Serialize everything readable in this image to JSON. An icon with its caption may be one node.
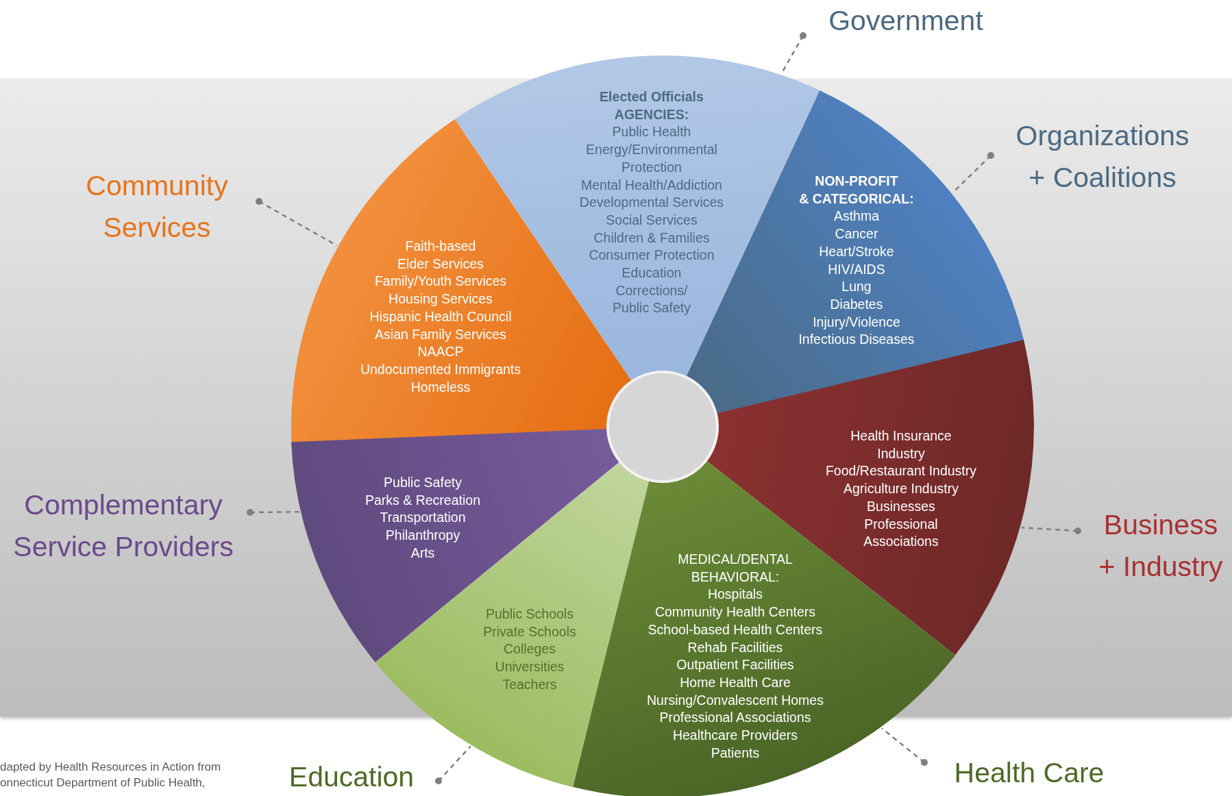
{
  "diagram": {
    "nodes": [
      {
        "text": [
          "Government"
        ]
      },
      {
        "text": [
          "Organizations + Coalitions"
        ]
      },
      {
        "text": [
          "Community Services"
        ]
      },
      {
        "text": [
          "Complementary Service Providers"
        ]
      },
      {
        "text": [
          "Business + Industry"
        ]
      },
      {
        "text": [
          "Education"
        ]
      },
      {
        "text": [
          "Health Care"
        ]
      },
      {
        "text": [
          "Elected Officials",
          "AGENCIES:",
          "Public Health",
          "Energy/Environmental Protection",
          "Mental Health/Addiction",
          "Developmental Services",
          "Social Services",
          "Children & Families",
          "Consumer Protection",
          "Education",
          "Corrections/ Public Safety"
        ]
      },
      {
        "text": [
          "NON-PROFIT",
          "& CATEGORICAL:",
          "Asthma",
          "Cancer",
          "Heart/Stroke",
          "HIV/AIDS",
          "Lung",
          "Diabetes",
          "Injury/Violence",
          "Infectious Diseases"
        ]
      },
      {
        "text": [
          "Faith-based",
          "Elder Services",
          "Family/Youth Services",
          "Housing Services",
          "Hispanic Health Council",
          "Asian Family Services",
          "NAACP",
          "Undocumented Immigrants",
          "Homeless"
        ]
      },
      {
        "text": [
          "Public Safety",
          "Parks & Recreation",
          "Transportation",
          "Philanthropy",
          "Arts"
        ]
      },
      {
        "text": [
          "Health Insurance Industry",
          "Food/Restaurant Industry",
          "Agriculture Industry",
          "Businesses",
          "Professional Associations"
        ]
      },
      {
        "text": [
          "Public Schools",
          "Private Schools",
          "Colleges",
          "Universities",
          "Teachers"
        ]
      },
      {
        "text": [
          "MEDICAL/DENTAL BEHAVIORAL:",
          "Hospitals",
          "Community Health Centers",
          "School-based Health Centers",
          "Rehab Facilities",
          "Outpatient Facilities",
          "Home Health Care",
          "Nursing/Convalescent Homes",
          "Professional Associations",
          "Healthcare Providers",
          "Patients"
        ]
      },
      {
        "text": [],
        "shape": "circle"
      }
    ],
    "edges": [
      {
        "from": 0,
        "to": 7,
        "arrow": "other",
        "style": "dashed"
      },
      {
        "from": 1,
        "to": 8,
        "arrow": "other",
        "style": "dashed"
      },
      {
        "from": 2,
        "to": 9,
        "arrow": "other",
        "style": "dashed"
      },
      {
        "from": 3,
        "to": 10,
        "arrow": "other",
        "style": "dashed"
      },
      {
        "from": 4,
        "to": 11,
        "arrow": "other",
        "style": "dashed"
      },
      {
        "from": 5,
        "to": 12,
        "arrow": "other",
        "style": "dashed"
      },
      {
        "from": 6,
        "to": 13,
        "arrow": "other",
        "style": "dashed"
      }
    ],
    "labels": [
      "dapted by Health Resources in Action from",
      "onnecticut Department of Public Health,"
    ]
  }
}
